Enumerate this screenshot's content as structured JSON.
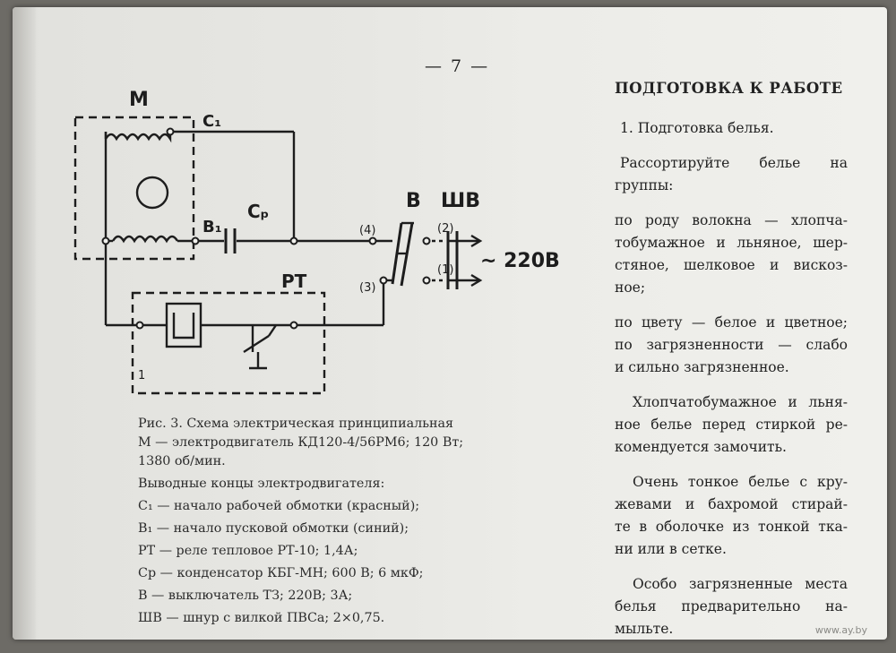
{
  "page_number": "— 7 —",
  "diagram": {
    "label_m": "М",
    "label_c1": "С₁",
    "label_b1": "В₁",
    "label_cp": "Сₚ",
    "label_b": "В",
    "label_shv": "ШВ",
    "label_rt": "РТ",
    "term_4": "(4)",
    "term_3": "(3)",
    "term_2": "(2)",
    "term_1": "(1)",
    "voltage": "~ 220В",
    "mark_1": "1"
  },
  "caption": {
    "title": "Рис. 3. Схема электрическая принципиальная",
    "m_line1": "М — электродвигатель КД120-4/56РМ6; 120 Вт;",
    "m_line2": "1380 об/мин.",
    "ends_title": "Выводные концы электродвигателя:",
    "c1": "С₁ — начало рабочей обмотки (красный);",
    "b1": "В₁ — начало пусковой обмотки (синий);",
    "rt": "РТ — реле тепловое РТ-10; 1,4А;",
    "cp": "Ср — конденсатор КБГ-МН; 600 В; 6 мкФ;",
    "b": "В — выключатель ТЗ; 220В; 3А;",
    "shv": "ШВ — шнур с вилкой ПВСа; 2×0,75."
  },
  "right": {
    "heading": "ПОДГОТОВКА К РАБОТЕ",
    "sub": "1. Подготовка белья.",
    "p1a": "Рассортируйте белье на",
    "p1b": "группы:",
    "p2a": "по роду волокна — хлопча-",
    "p2b": "тобумажное и льняное, шер-",
    "p2c": "стяное, шелковое и вискоз-",
    "p2d": "ное;",
    "p3a": "по цвету — белое и цветное;",
    "p3b": "по загрязненности — слабо",
    "p3c": "и сильно загрязненное.",
    "p4a": "Хлопчатобумажное и льня-",
    "p4b": "ное белье перед стиркой ре-",
    "p4c": "комендуется замочить.",
    "p5a": "Очень тонкое белье с кру-",
    "p5b": "жевами и бахромой стирай-",
    "p5c": "те в оболочке из тонкой тка-",
    "p5d": "ни или в сетке.",
    "p6a": "Особо загрязненные места",
    "p6b": "белья предварительно на-",
    "p6c": "мыльте."
  },
  "watermark": "www.ay.by"
}
